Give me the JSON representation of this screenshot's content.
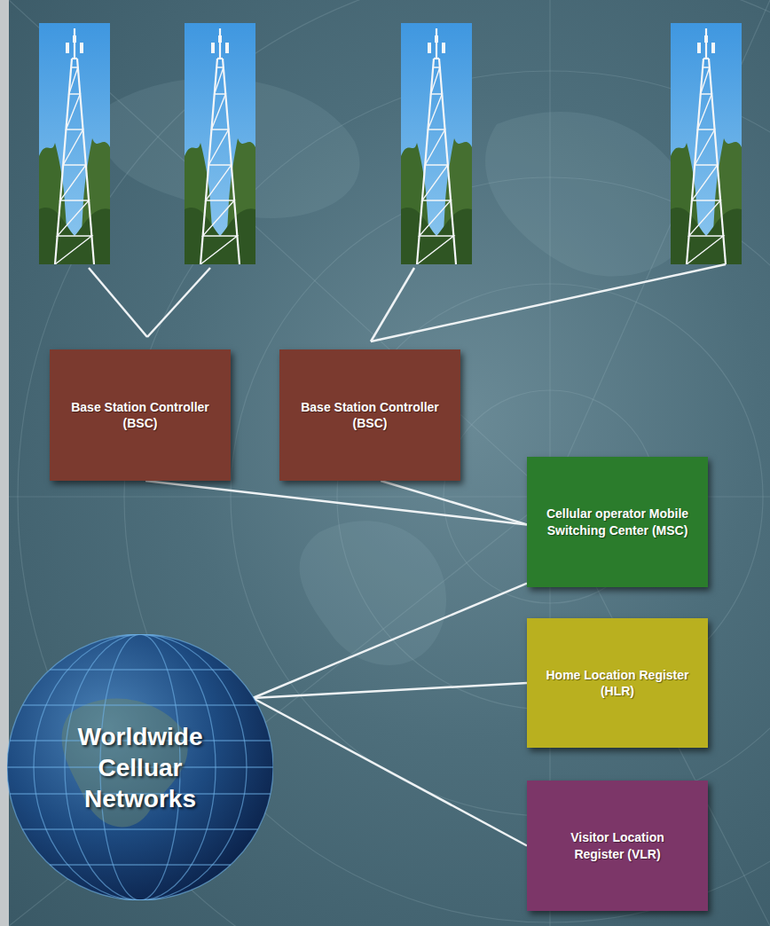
{
  "diagram": {
    "nodes": [
      {
        "text": [
          "Base Station Controller (BSC)"
        ]
      },
      {
        "text": [
          "Base Station Controller (BSC)"
        ]
      },
      {
        "text": [
          "Cellular operator Mobile Switching Center (MSC)"
        ]
      },
      {
        "text": [
          "Home Location Register (HLR)"
        ]
      },
      {
        "text": [
          "Visitor Location Register (VLR)"
        ]
      },
      {
        "text": [
          "Worldwide Celluar Networks"
        ]
      }
    ],
    "edges": [
      {
        "from": 0,
        "to": 2,
        "arrow": "none"
      },
      {
        "from": 1,
        "to": 2,
        "arrow": "none"
      },
      {
        "from": 5,
        "to": 2,
        "arrow": "none"
      },
      {
        "from": 5,
        "to": 3,
        "arrow": "none"
      },
      {
        "from": 5,
        "to": 4,
        "arrow": "none"
      }
    ]
  }
}
